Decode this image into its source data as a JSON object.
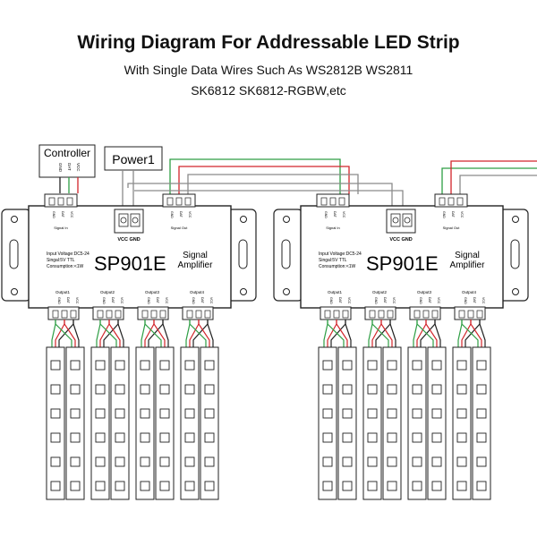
{
  "title": "Wiring Diagram For Addressable LED Strip",
  "subtitle_line1": "With Single Data Wires Such As WS2812B WS2811",
  "subtitle_line2": "SK6812 SK6812-RGBW,etc",
  "controller": {
    "label": "Controller",
    "pins": [
      "GND",
      "DAT",
      "VCC"
    ]
  },
  "power": {
    "label": "Power1"
  },
  "amplifier": {
    "model": "SP901E",
    "name_line1": "Signal",
    "name_line2": "Amplifier",
    "spec_line1": "Input Voltage:DC5-24",
    "spec_line2": "Singal:5V TTL",
    "spec_line3": "Consumption:<1W",
    "signal_in_label": "Signal In",
    "signal_out_label": "Signal Out",
    "power_terminal_label": "VCC GND",
    "port_pins": [
      "GND",
      "DAT",
      "VCC"
    ],
    "outputs": [
      "Output1",
      "Output2",
      "Output3",
      "Output4"
    ]
  },
  "colors": {
    "wire_green": "#2e9e44",
    "wire_red": "#d2242a",
    "wire_black": "#222222",
    "wire_gray": "#8a8a8a",
    "outline": "#222222",
    "box_fill": "#ffffff"
  },
  "strip": {
    "leds_per_strip": 6
  }
}
